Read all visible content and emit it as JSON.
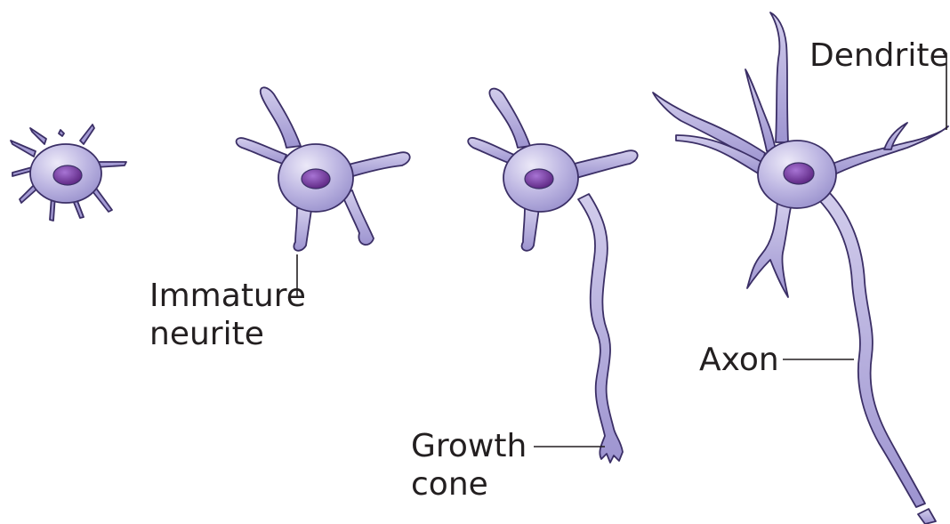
{
  "labels": {
    "immature_neurite_line1": "Immature",
    "immature_neurite_line2": "neurite",
    "growth_cone_line1": "Growth",
    "growth_cone_line2": "cone",
    "axon": "Axon",
    "dendrite": "Dendrite"
  },
  "colors": {
    "cell_light": "#ddd9f0",
    "cell_mid": "#b5aedc",
    "cell_dark": "#8c82c4",
    "outline": "#3b2f66",
    "nucleus_light": "#9a63c9",
    "nucleus_dark": "#5a237f",
    "text": "#231f20"
  }
}
